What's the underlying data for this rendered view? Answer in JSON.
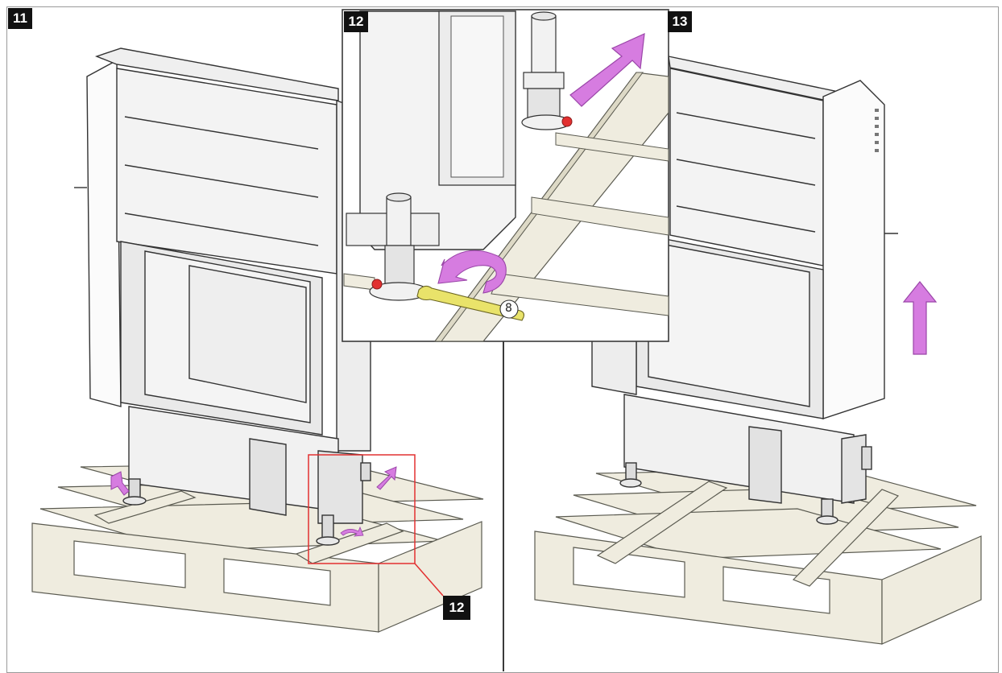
{
  "steps": [
    {
      "id": "11",
      "label": "11"
    },
    {
      "id": "12",
      "label": "12"
    },
    {
      "id": "13",
      "label": "13"
    }
  ],
  "callout_label": "12",
  "tool_label": "8",
  "colors": {
    "arrow": "#d67ce0",
    "arrow_stroke": "#9a45a8",
    "pallet": "#efecdf",
    "pallet_stroke": "#5a5a50",
    "stove": "#f5f5f5",
    "stove_stroke": "#333333",
    "highlight": "#e23030",
    "wrench": "#e9e36a"
  }
}
